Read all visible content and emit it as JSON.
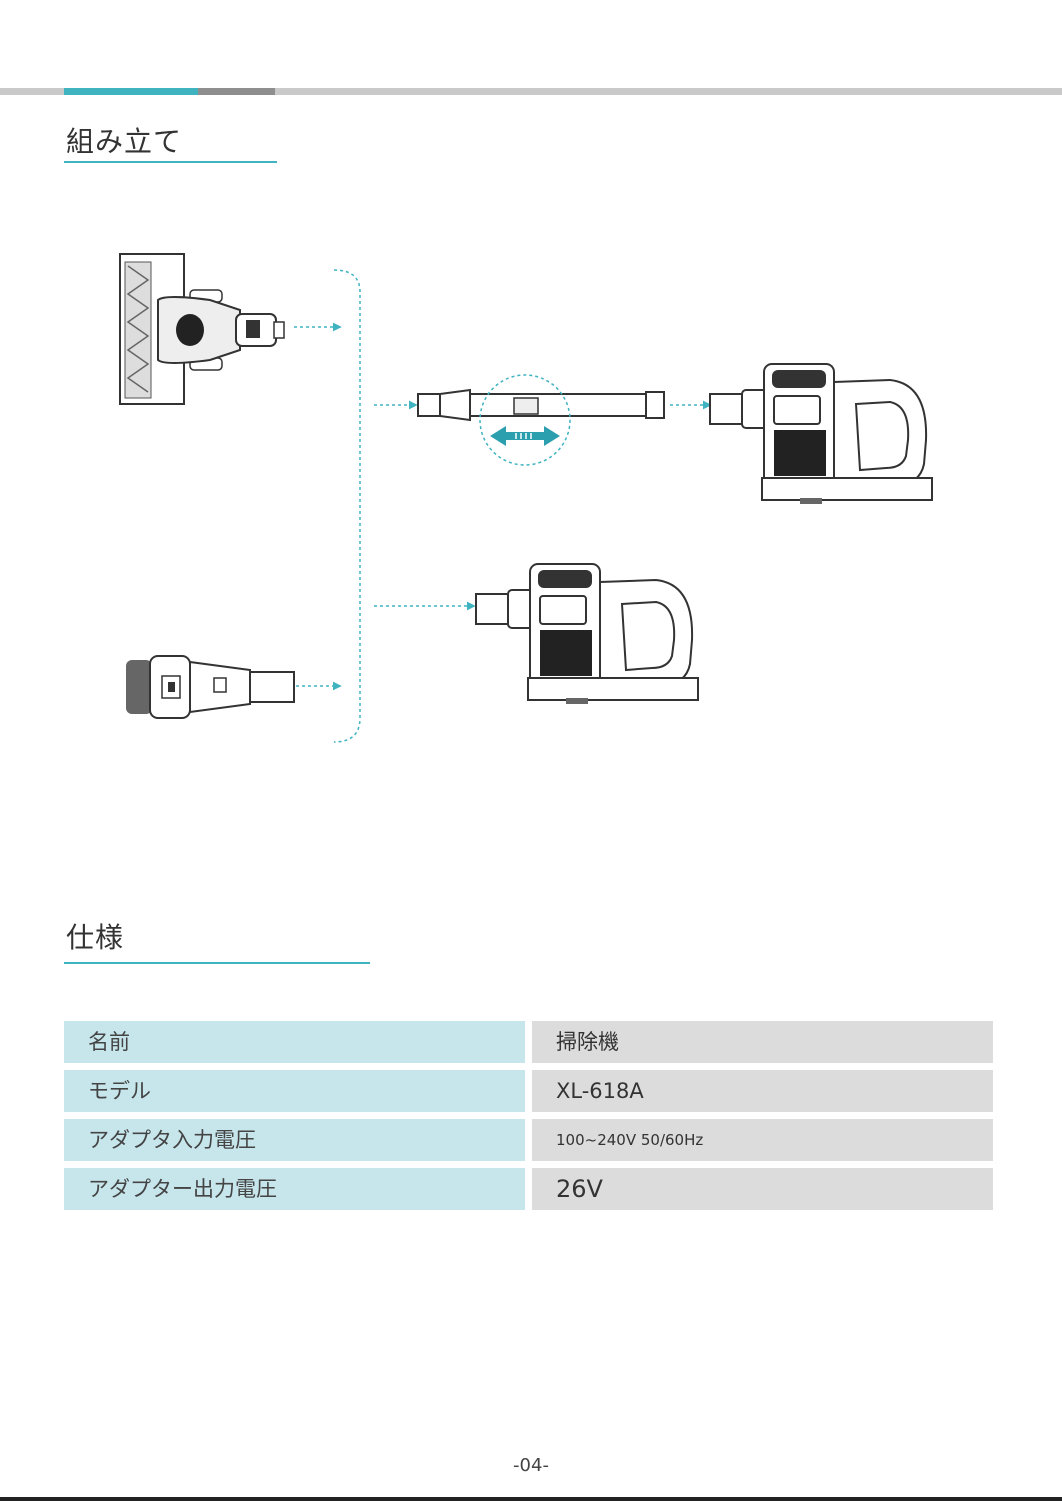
{
  "sections": {
    "assembly_title": "組み立て",
    "spec_title": "仕様"
  },
  "spec_table": {
    "rows": [
      {
        "key": "名前",
        "value": "掃除機"
      },
      {
        "key": "モデル",
        "value": "XL-618A"
      },
      {
        "key": "アダプタ入力電圧",
        "value": "100~240V 50/60Hz"
      },
      {
        "key": "アダプター出力電圧",
        "value": "26V"
      }
    ]
  },
  "footer": {
    "page_number": "-04-"
  },
  "colors": {
    "accent": "#3fb3c0",
    "key_cell": "#c6e6ec",
    "value_cell": "#dcdcdc",
    "rule": "#c9c9c9"
  },
  "icons": [
    "floor-brush-head-icon",
    "crevice-brush-tool-icon",
    "extension-tube-icon",
    "extend-arrow-icon",
    "handheld-vacuum-icon"
  ]
}
